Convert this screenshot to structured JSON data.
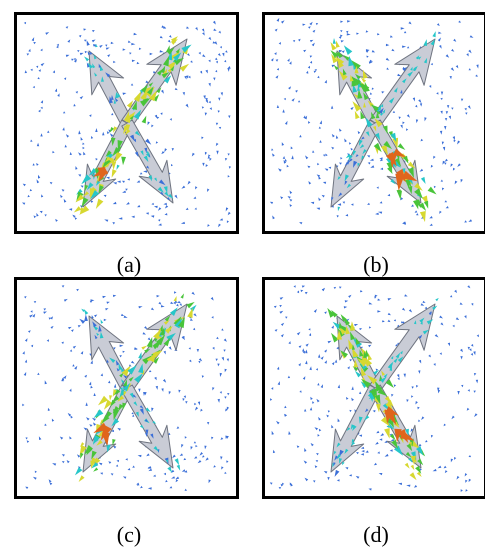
{
  "figure": {
    "panels": [
      {
        "id": "a",
        "caption": "(a)"
      },
      {
        "id": "b",
        "caption": "(b)"
      },
      {
        "id": "c",
        "caption": "(c)"
      },
      {
        "id": "d",
        "caption": "(d)"
      }
    ],
    "colors": {
      "arrow_fill": "#c9ccd6",
      "arrow_edge": "#6f7480",
      "vector_low": "#3b6fd8",
      "vector_mid_cyan": "#26c6c9",
      "vector_mid_green": "#49c43a",
      "vector_mid_yellow": "#d7d830",
      "vector_high": "#e0651c",
      "frame": "#000000"
    }
  }
}
